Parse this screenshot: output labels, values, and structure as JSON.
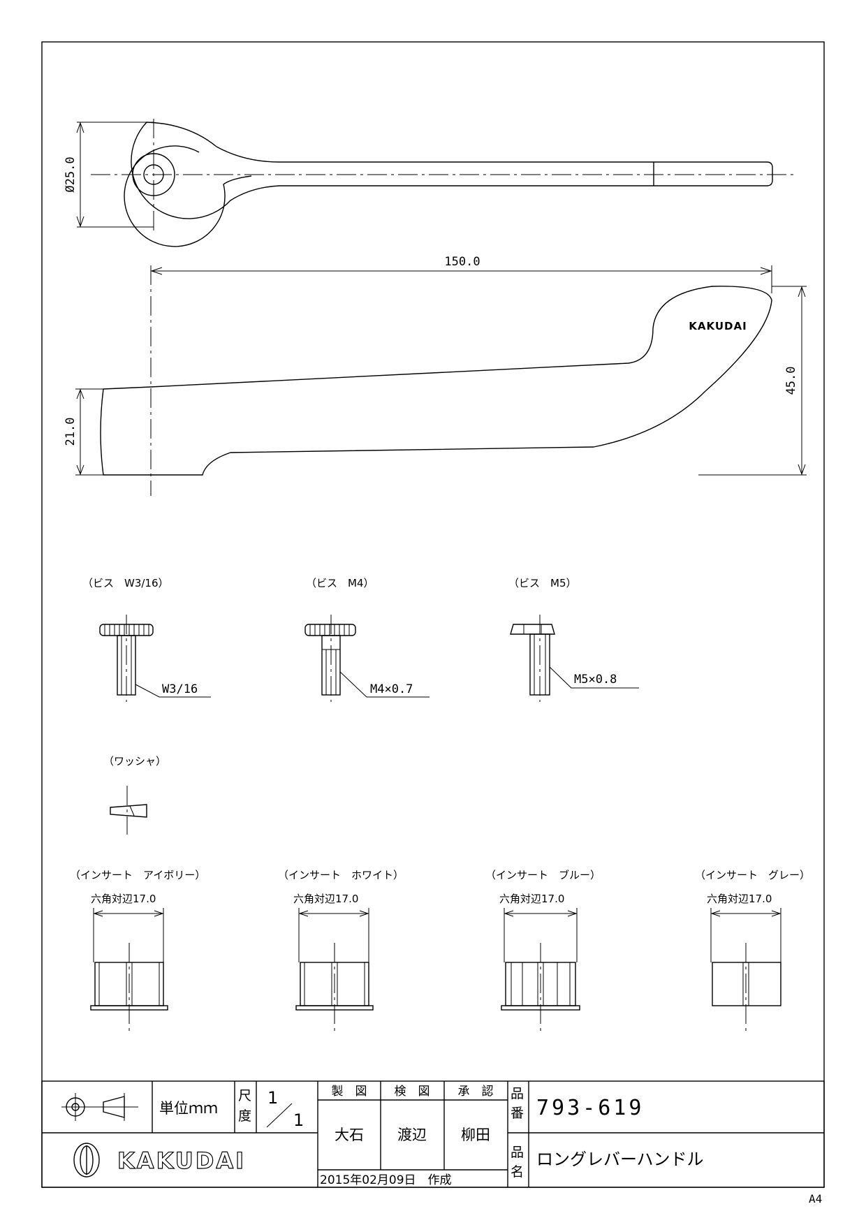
{
  "drawing": {
    "dims": {
      "diameter": "Ø25.0",
      "length": "150.0",
      "height": "45.0",
      "base_height": "21.0"
    },
    "engraving": "KAKUDAI",
    "screws": [
      {
        "title": "（ビス　W3/16）",
        "thread": "W3/16"
      },
      {
        "title": "（ビス　M4）",
        "thread": "M4×0.7"
      },
      {
        "title": "（ビス　M5）",
        "thread": "M5×0.8"
      }
    ],
    "washer_title": "（ワッシャ）",
    "inserts": [
      {
        "title": "（インサート　アイボリー）",
        "dim": "六角対辺17.0"
      },
      {
        "title": "（インサート　ホワイト）",
        "dim": "六角対辺17.0"
      },
      {
        "title": "（インサート　ブルー）",
        "dim": "六角対辺17.0"
      },
      {
        "title": "（インサート　グレー）",
        "dim": "六角対辺17.0"
      }
    ]
  },
  "title_block": {
    "unit": "単位ｍｍ",
    "scale_label_1": "尺",
    "scale_label_2": "度",
    "scale_num": "1",
    "scale_den": "1",
    "col_drawn": "製　図",
    "col_checked": "検　図",
    "col_approved": "承　認",
    "drawn_by": "大石",
    "checked_by": "渡辺",
    "approved_by": "柳田",
    "part_no_label_1": "品",
    "part_no_label_2": "番",
    "part_no": "793-619",
    "part_name_label_1": "品",
    "part_name_label_2": "名",
    "part_name": "ロングレバーハンドル",
    "date": "2015年02月09日　作成",
    "company": "KAKUDAI"
  },
  "sheet_size": "A4"
}
